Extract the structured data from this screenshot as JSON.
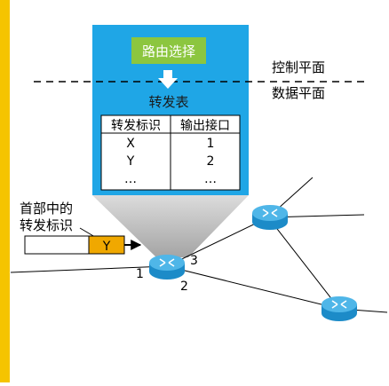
{
  "colors": {
    "left_bar": "#F5C400",
    "panel_blue": "#1FA6E6",
    "route_box": "#8CC63F",
    "table_bg": "#ffffff",
    "line": "#000000",
    "router_body": "#1C8BC8",
    "router_top": "#4FB6E8",
    "header_yellow": "#F0A800"
  },
  "control": {
    "route_label": "路由选择",
    "plane_label": "控制平面"
  },
  "data_plane": {
    "plane_label": "数据平面"
  },
  "table": {
    "title": "转发表",
    "headers": [
      "转发标识",
      "输出接口"
    ],
    "rows": [
      [
        "X",
        "1"
      ],
      [
        "Y",
        "2"
      ],
      [
        "…",
        "…"
      ]
    ]
  },
  "packet": {
    "annotation_line1": "首部中的",
    "annotation_line2": "转发标识",
    "header_value": "Y"
  },
  "router_ports": [
    "1",
    "2",
    "3"
  ],
  "icons": [
    "router-icon",
    "down-arrow-icon",
    "packet-arrow-icon"
  ]
}
